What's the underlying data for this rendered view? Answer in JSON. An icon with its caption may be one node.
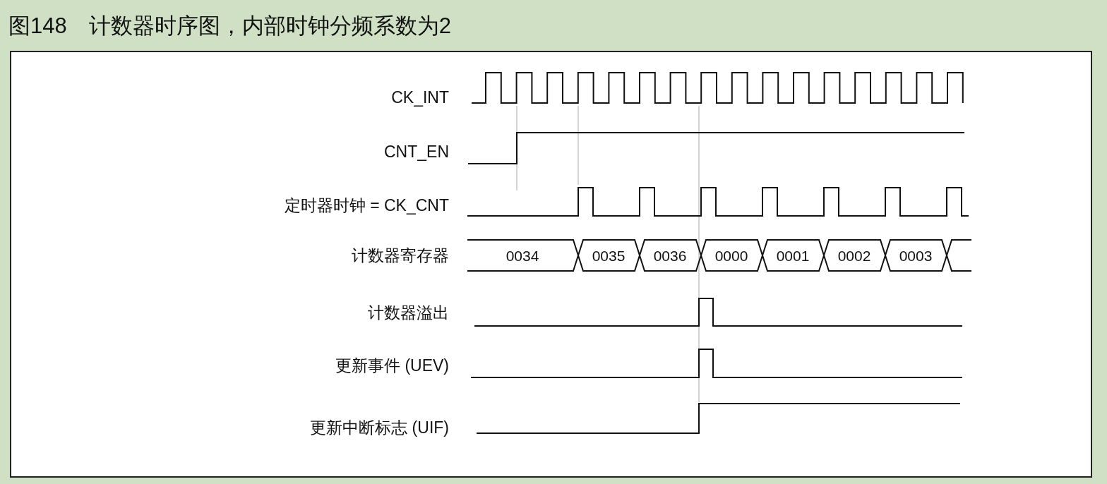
{
  "diagram": {
    "title": "图148　计数器时序图，内部时钟分频系数为2",
    "labels": [
      "CK_INT",
      "CNT_EN",
      "定时器时钟 = CK_CNT",
      "计数器寄存器",
      "0034",
      "0035",
      "0036",
      "0000",
      "0001",
      "0002",
      "0003",
      "计数器溢出",
      "更新事件 (UEV)",
      "更新中断标志 (UIF)"
    ]
  }
}
